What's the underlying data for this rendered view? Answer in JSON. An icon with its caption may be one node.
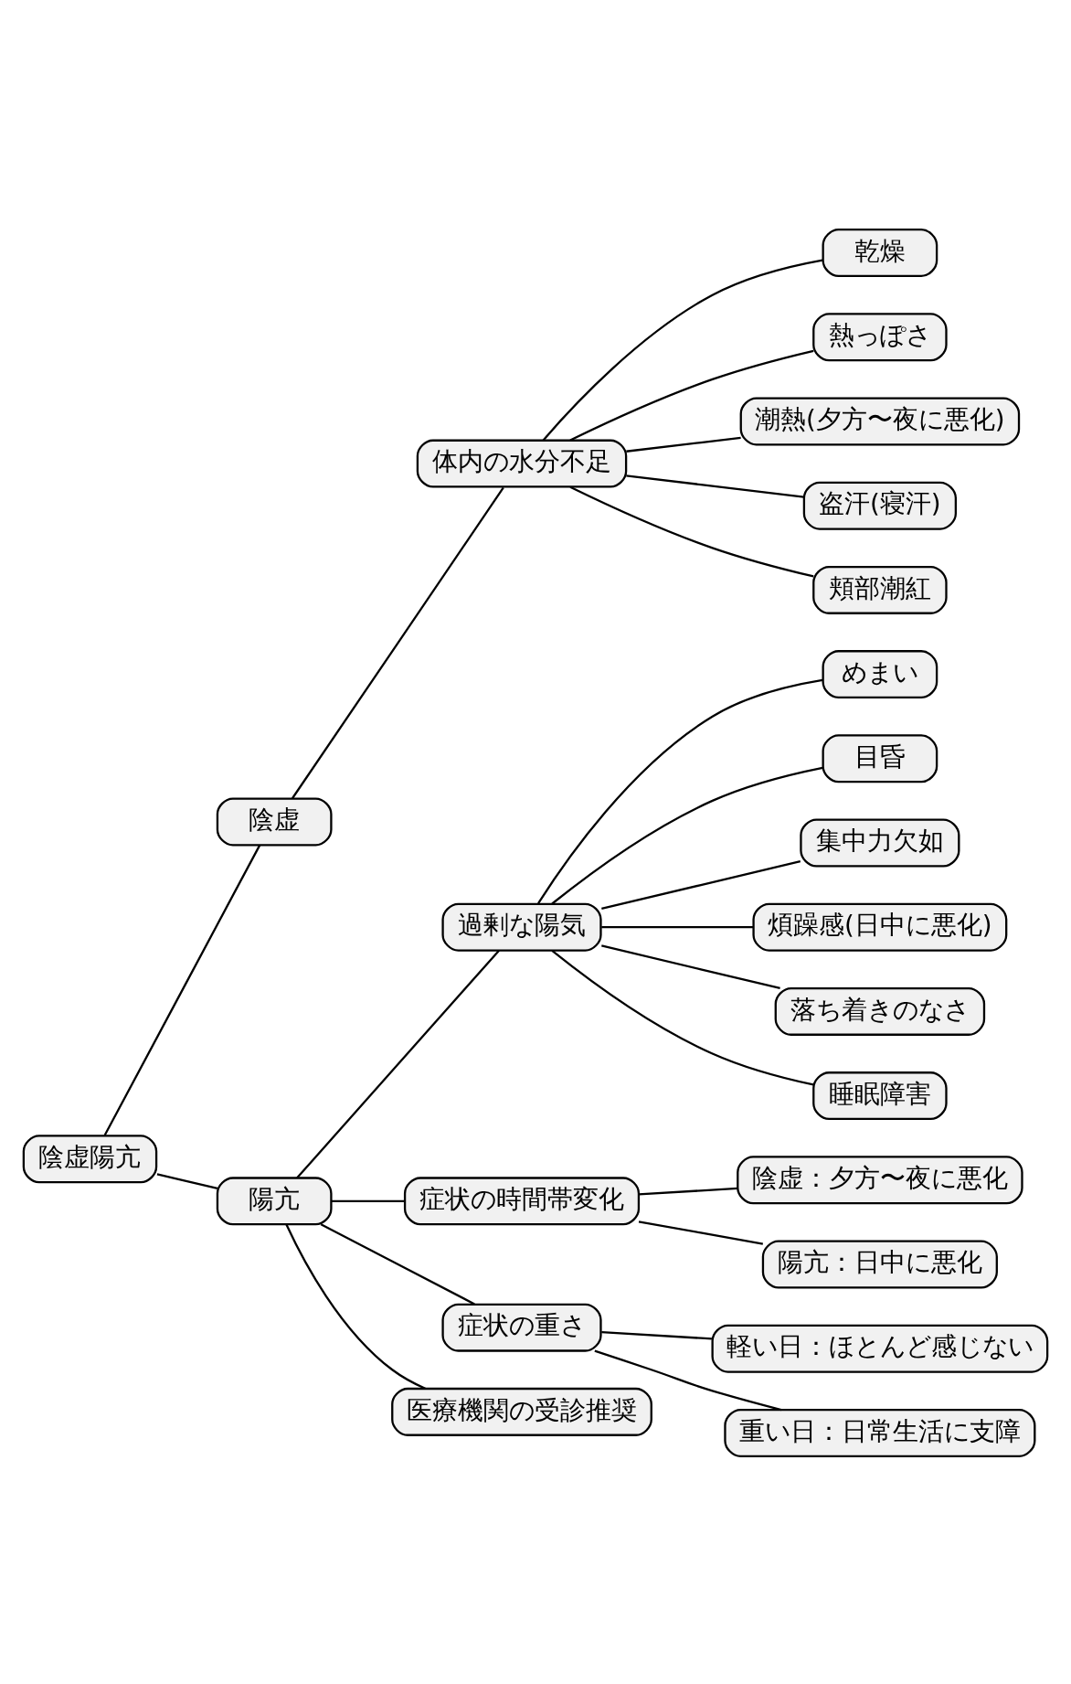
{
  "diagram": {
    "nodes": [
      {
        "text": [
          "陰虚陽亢"
        ]
      },
      {
        "text": [
          "陰虚"
        ]
      },
      {
        "text": [
          "体内の水分不足"
        ]
      },
      {
        "text": [
          "乾燥"
        ]
      },
      {
        "text": [
          "熱っぽさ"
        ]
      },
      {
        "text": [
          "潮熱(夕方〜夜に悪化)"
        ]
      },
      {
        "text": [
          "盗汗(寝汗)"
        ]
      },
      {
        "text": [
          "頬部潮紅"
        ]
      },
      {
        "text": [
          "陽亢"
        ]
      },
      {
        "text": [
          "過剰な陽気"
        ]
      },
      {
        "text": [
          "めまい"
        ]
      },
      {
        "text": [
          "目昏"
        ]
      },
      {
        "text": [
          "集中力欠如"
        ]
      },
      {
        "text": [
          "煩躁感(日中に悪化)"
        ]
      },
      {
        "text": [
          "落ち着きのなさ"
        ]
      },
      {
        "text": [
          "睡眠障害"
        ]
      },
      {
        "text": [
          "症状の時間帯変化"
        ]
      },
      {
        "text": [
          "陰虚：夕方〜夜に悪化"
        ]
      },
      {
        "text": [
          "陽亢：日中に悪化"
        ]
      },
      {
        "text": [
          "症状の重さ"
        ]
      },
      {
        "text": [
          "軽い日：ほとんど感じない"
        ]
      },
      {
        "text": [
          "重い日：日常生活に支障"
        ]
      },
      {
        "text": [
          "医療機関の受診推奨"
        ]
      }
    ],
    "edges": [
      {
        "from": 0,
        "to": 1,
        "arrow": "none"
      },
      {
        "from": 1,
        "to": 2,
        "arrow": "none"
      },
      {
        "from": 2,
        "to": 3,
        "arrow": "none"
      },
      {
        "from": 2,
        "to": 4,
        "arrow": "none"
      },
      {
        "from": 2,
        "to": 5,
        "arrow": "none"
      },
      {
        "from": 2,
        "to": 6,
        "arrow": "none"
      },
      {
        "from": 2,
        "to": 7,
        "arrow": "none"
      },
      {
        "from": 0,
        "to": 8,
        "arrow": "none"
      },
      {
        "from": 8,
        "to": 9,
        "arrow": "none"
      },
      {
        "from": 9,
        "to": 10,
        "arrow": "none"
      },
      {
        "from": 9,
        "to": 11,
        "arrow": "none"
      },
      {
        "from": 9,
        "to": 12,
        "arrow": "none"
      },
      {
        "from": 9,
        "to": 13,
        "arrow": "none"
      },
      {
        "from": 9,
        "to": 14,
        "arrow": "none"
      },
      {
        "from": 9,
        "to": 15,
        "arrow": "none"
      },
      {
        "from": 8,
        "to": 16,
        "arrow": "none"
      },
      {
        "from": 16,
        "to": 17,
        "arrow": "none"
      },
      {
        "from": 16,
        "to": 18,
        "arrow": "none"
      },
      {
        "from": 8,
        "to": 19,
        "arrow": "none"
      },
      {
        "from": 19,
        "to": 20,
        "arrow": "none"
      },
      {
        "from": 19,
        "to": 21,
        "arrow": "none"
      },
      {
        "from": 8,
        "to": 22,
        "arrow": "none"
      }
    ]
  }
}
